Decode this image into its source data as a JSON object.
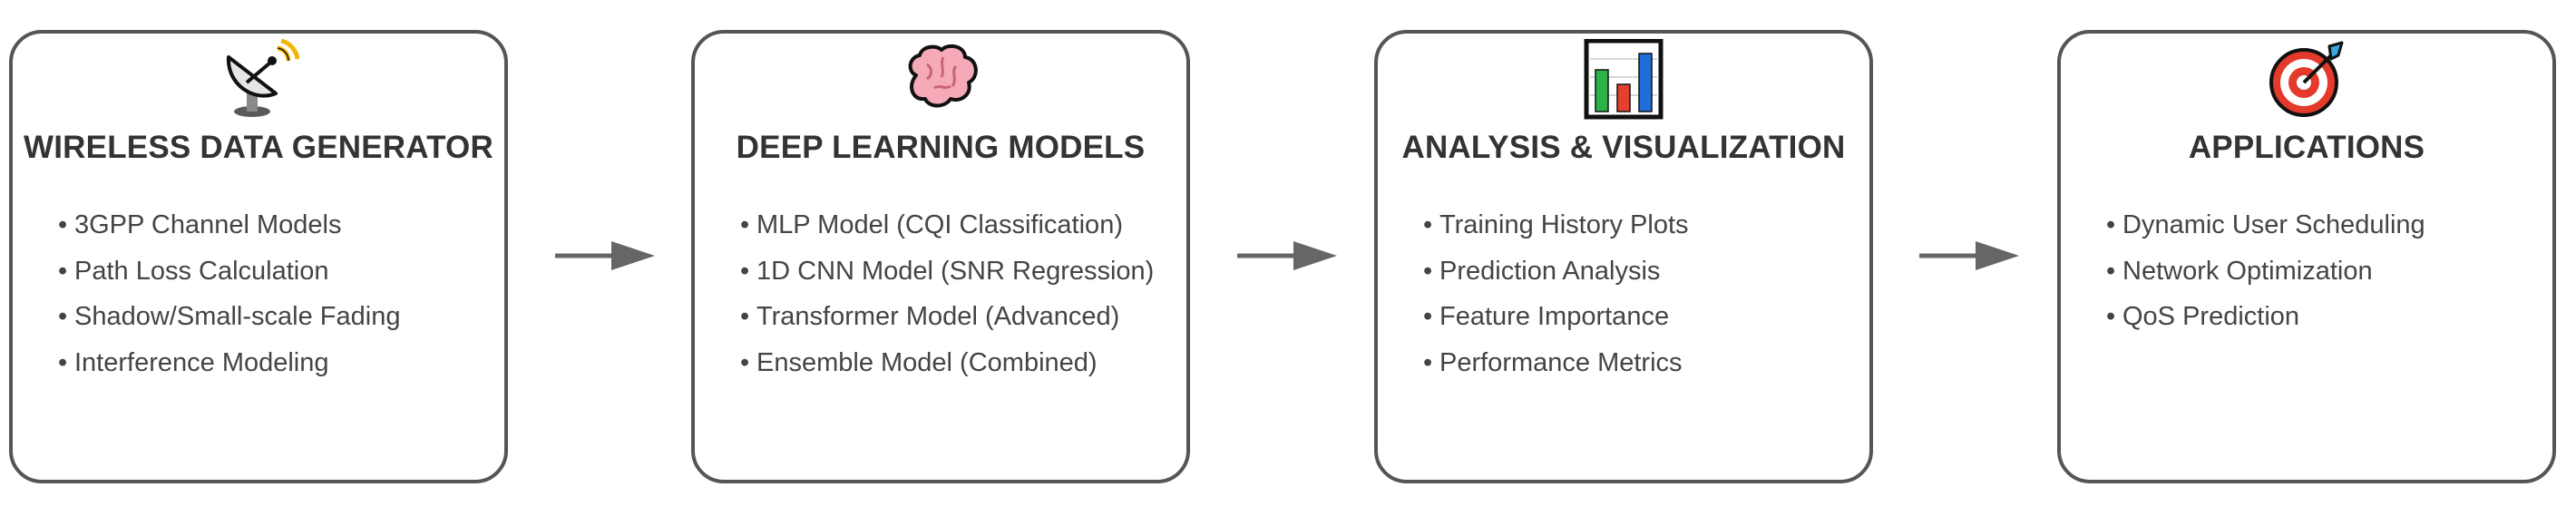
{
  "stages": [
    {
      "title": "WIRELESS DATA GENERATOR",
      "icon": "satellite-antenna-icon",
      "items": [
        "3GPP Channel Models",
        "Path Loss Calculation",
        "Shadow/Small-scale Fading",
        "Interference Modeling"
      ]
    },
    {
      "title": "DEEP LEARNING MODELS",
      "icon": "brain-icon",
      "items": [
        "MLP Model (CQI Classification)",
        "1D CNN Model (SNR Regression)",
        "Transformer Model (Advanced)",
        "Ensemble Model (Combined)"
      ]
    },
    {
      "title": "ANALYSIS & VISUALIZATION",
      "icon": "bar-chart-icon",
      "items": [
        "Training History Plots",
        "Prediction Analysis",
        "Feature Importance",
        "Performance Metrics"
      ]
    },
    {
      "title": "APPLICATIONS",
      "icon": "target-dart-icon",
      "items": [
        "Dynamic User Scheduling",
        "Network Optimization",
        "QoS Prediction"
      ]
    }
  ],
  "colors": {
    "border": "#555555",
    "title": "#333333",
    "text": "#444444",
    "arrow": "#666666"
  }
}
